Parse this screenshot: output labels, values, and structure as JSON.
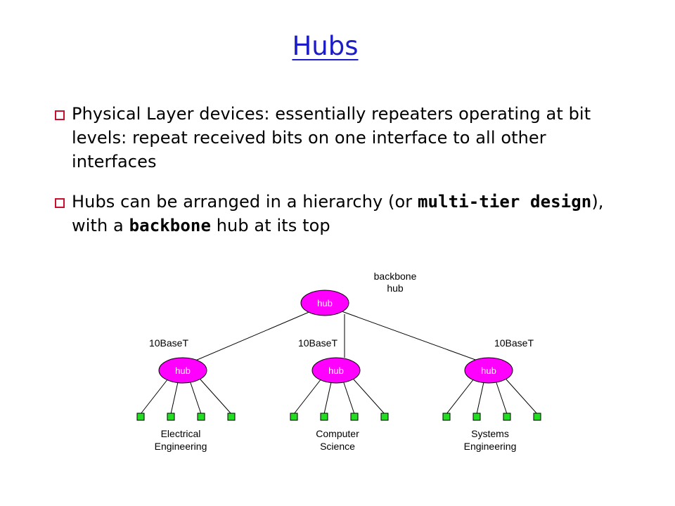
{
  "slide": {
    "title": "Hubs",
    "bullets": [
      {
        "segments": [
          {
            "text": "Physical Layer devices: essentially repeaters operating at bit levels: repeat received bits on one interface to all other interfaces",
            "bold": false
          }
        ]
      },
      {
        "segments": [
          {
            "text": "Hubs can be arranged in a hierarchy (or ",
            "bold": false
          },
          {
            "text": "multi-tier design",
            "bold": true
          },
          {
            "text": "), with a ",
            "bold": false
          },
          {
            "text": "backbone",
            "bold": true
          },
          {
            "text": " hub at its top",
            "bold": false
          }
        ]
      }
    ]
  },
  "diagram": {
    "backbone": {
      "label": "hub",
      "caption_line1": "backbone",
      "caption_line2": "hub"
    },
    "link_label": "10BaseT",
    "departments": [
      {
        "hub_label": "hub",
        "name_line1": "Electrical",
        "name_line2": "Engineering"
      },
      {
        "hub_label": "hub",
        "name_line1": "Computer",
        "name_line2": "Science"
      },
      {
        "hub_label": "hub",
        "name_line1": "Systems",
        "name_line2": "Engineering"
      }
    ],
    "colors": {
      "hub_fill": "#ff00ff",
      "host_fill": "#22dd22",
      "line": "#000000",
      "title": "#1c1cc8",
      "bullet": "#c8102e"
    }
  }
}
